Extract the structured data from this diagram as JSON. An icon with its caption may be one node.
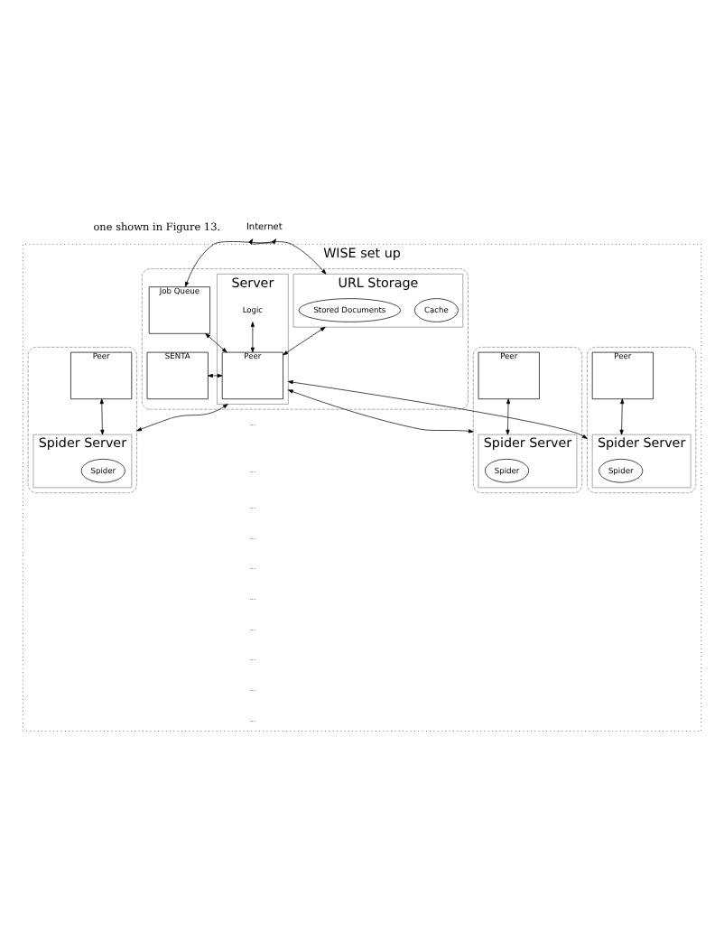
{
  "diagram": {
    "nodes": [
      {
        "text": [
          "WISE set up"
        ]
      },
      {
        "text": [],
        "shape": "box",
        "in": 0
      },
      {
        "text": [
          "Server"
        ],
        "in": 1
      },
      {
        "text": [
          "Logic"
        ],
        "in": 2
      },
      {
        "text": [
          "Peer"
        ],
        "in": 2
      },
      {
        "text": [
          "URL Storage"
        ],
        "in": 1
      },
      {
        "text": [
          "Cache"
        ],
        "in": 5
      },
      {
        "text": [
          "Stored Documents"
        ],
        "in": 5
      },
      {
        "text": [
          "Job Queue"
        ],
        "in": 1
      },
      {
        "text": [
          "SENTA"
        ],
        "in": 1
      },
      {
        "text": [
          "Internet"
        ]
      },
      {
        "text": [],
        "shape": "box",
        "in": 0
      },
      {
        "text": [
          "Peer"
        ],
        "in": 11
      },
      {
        "text": [
          "Spider Server"
        ],
        "in": 11
      },
      {
        "text": [
          "Spider"
        ],
        "in": 13
      },
      {
        "text": [],
        "shape": "box",
        "in": 0
      },
      {
        "text": [
          "Peer"
        ],
        "in": 15
      },
      {
        "text": [
          "Spider Server"
        ],
        "in": 15
      },
      {
        "text": [
          "Spider"
        ],
        "in": 17
      },
      {
        "text": [],
        "shape": "box",
        "in": 0
      },
      {
        "text": [
          "Peer"
        ],
        "in": 19
      },
      {
        "text": [
          "Spider Server"
        ],
        "in": 19
      },
      {
        "text": [
          "Spider"
        ],
        "in": 21
      }
    ],
    "edges": [
      {
        "from": 3,
        "to": 4,
        "arrow": "both"
      },
      {
        "from": 10,
        "to": 5,
        "arrow": "both"
      },
      {
        "from": 10,
        "to": 8,
        "arrow": "both"
      },
      {
        "from": 4,
        "to": 5,
        "arrow": "both"
      },
      {
        "from": 4,
        "to": 8,
        "arrow": "both"
      },
      {
        "from": 4,
        "to": 9,
        "arrow": "both"
      },
      {
        "from": 2,
        "to": 11,
        "arrow": "both"
      },
      {
        "from": 2,
        "to": 15,
        "arrow": "both"
      },
      {
        "from": 2,
        "to": 19,
        "arrow": "both"
      },
      {
        "from": 12,
        "to": 13,
        "arrow": "both"
      },
      {
        "from": 16,
        "to": 17,
        "arrow": "both"
      },
      {
        "from": 20,
        "to": 21,
        "arrow": "both"
      }
    ],
    "labels": [
      "one shown in Figure 13.",
      "...",
      "...",
      "...",
      "...",
      "...",
      "...",
      "...",
      "...",
      "...",
      "..."
    ]
  }
}
